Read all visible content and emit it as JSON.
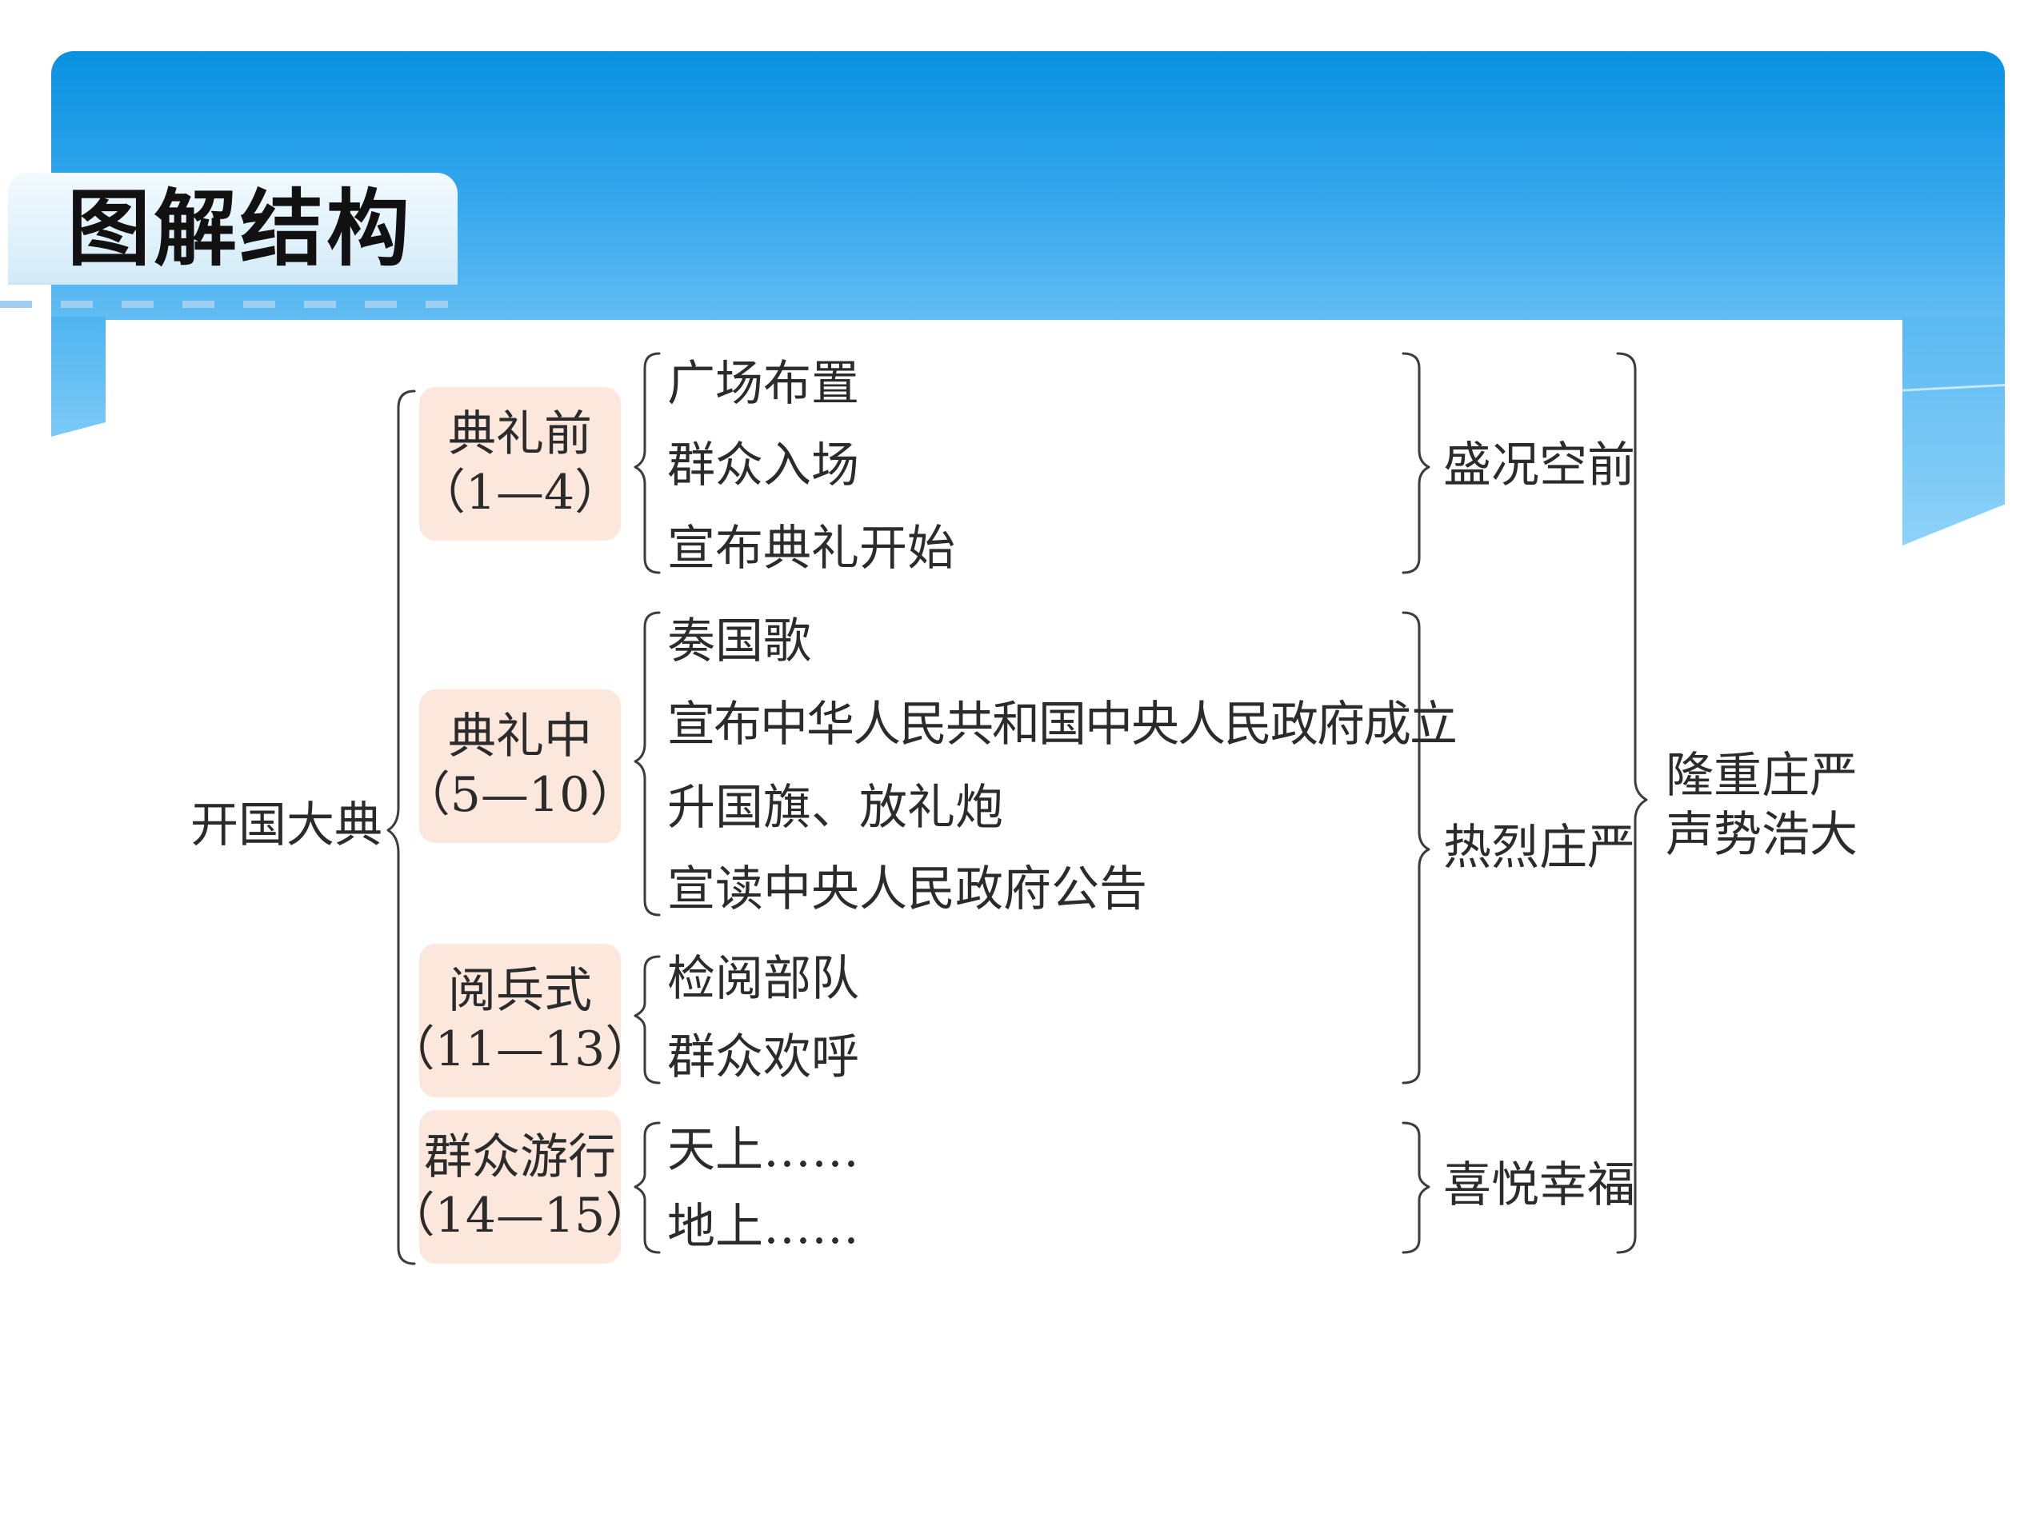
{
  "page": {
    "title": "图解结构"
  },
  "diagram": {
    "root": "开国大典",
    "sections": [
      {
        "name": "典礼前",
        "range": "（1—4）",
        "items": [
          "广场布置",
          "群众入场",
          "宣布典礼开始"
        ]
      },
      {
        "name": "典礼中",
        "range": "（5—10）",
        "items": [
          "奏国歌",
          "宣布中华人民共和国中央人民政府成立",
          "升国旗、放礼炮",
          "宣读中央人民政府公告"
        ]
      },
      {
        "name": "阅兵式",
        "range": "（11—13）",
        "items": [
          "检阅部队",
          "群众欢呼"
        ]
      },
      {
        "name": "群众游行",
        "range": "（14—15）",
        "items": [
          "天上……",
          "地上……"
        ]
      }
    ],
    "moods": [
      "盛况空前",
      "热烈庄严",
      "喜悦幸福"
    ],
    "summary": [
      "隆重庄严",
      "声势浩大"
    ]
  },
  "colors": {
    "header_blue": "#0891e0",
    "tab_bg": "#e4f3fb",
    "pill_bg": "#fbe7dc",
    "text": "#2b2b2b"
  }
}
